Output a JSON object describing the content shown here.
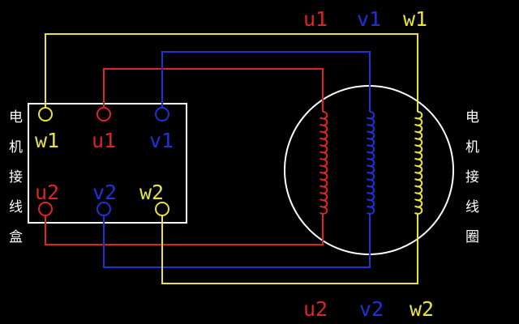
{
  "colors": {
    "background": "#000000",
    "u_phase": "#dc2626",
    "v_phase": "#1e32d8",
    "w_phase": "#e8e23a",
    "box": "#ffffff"
  },
  "top_labels": {
    "u1": "u1",
    "v1": "v1",
    "w1": "w1"
  },
  "bottom_labels": {
    "u2": "u2",
    "v2": "v2",
    "w2": "w2"
  },
  "box_terminals": {
    "w1": "w1",
    "u1": "u1",
    "v1": "v1",
    "u2": "u2",
    "v2": "v2",
    "w2": "w2"
  },
  "left_vertical": [
    "电",
    "机",
    "接",
    "线",
    "盒"
  ],
  "right_vertical": [
    "电",
    "机",
    "接",
    "线",
    "圈"
  ]
}
